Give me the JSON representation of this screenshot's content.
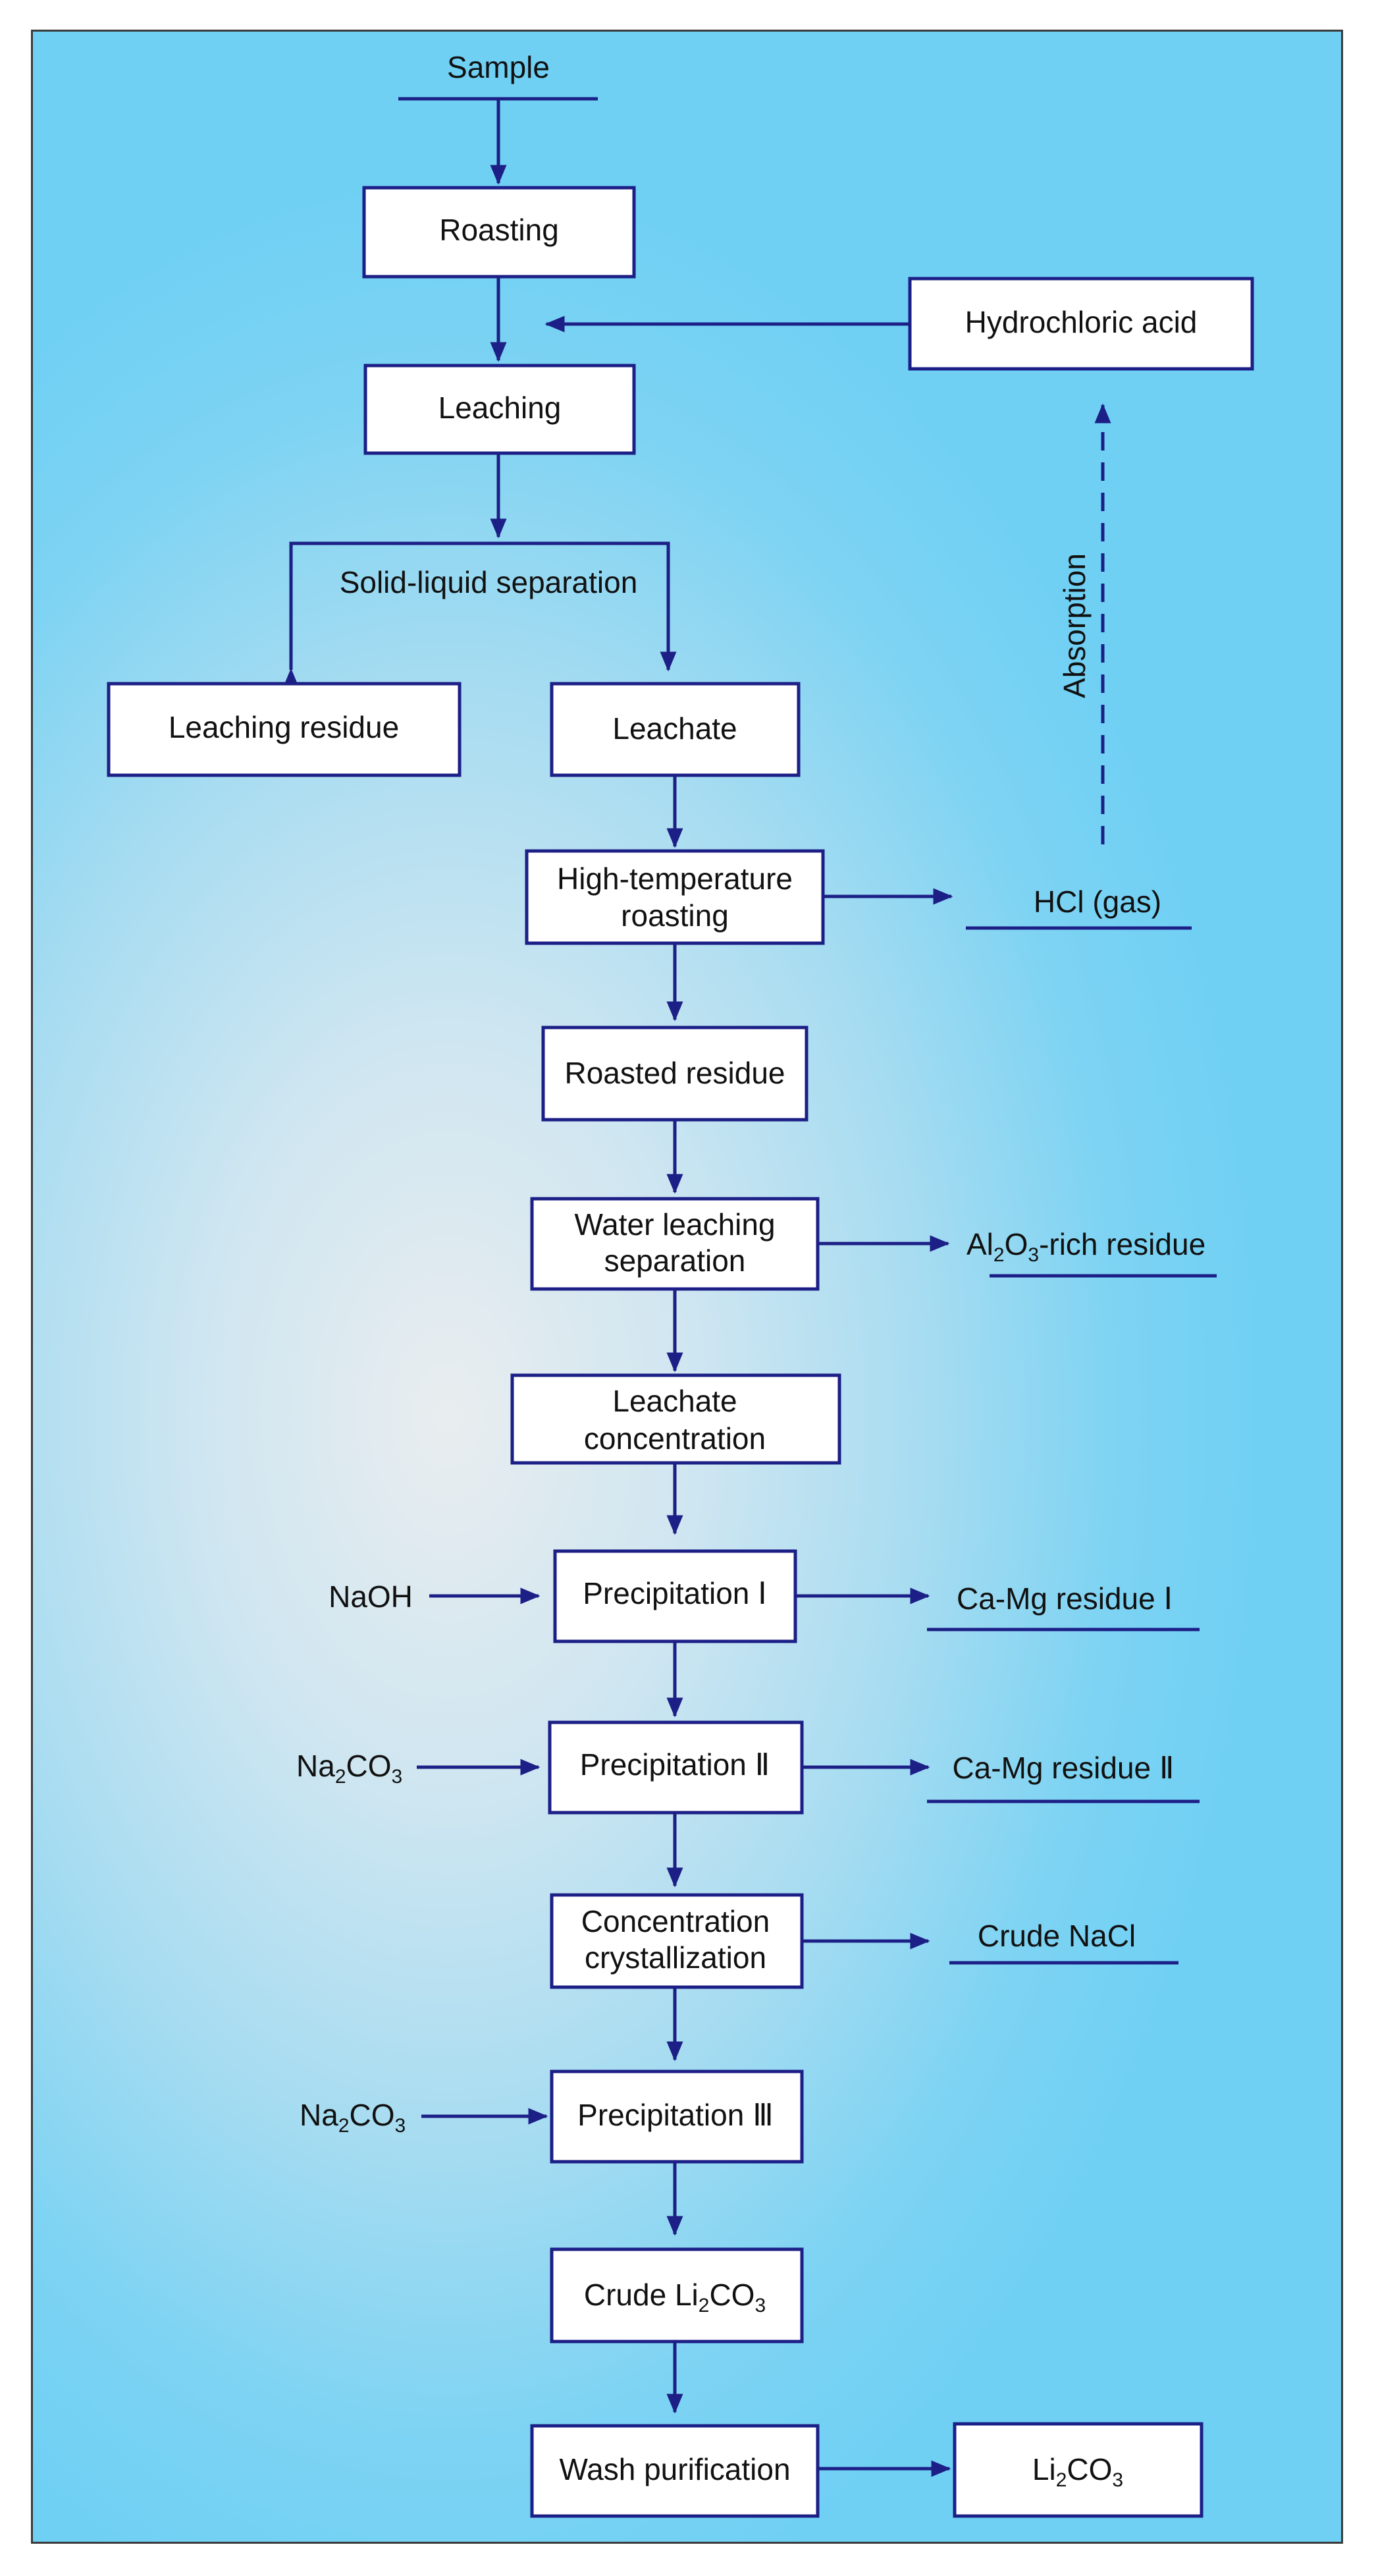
{
  "diagram": {
    "sample": "Sample",
    "roasting": "Roasting",
    "hydrochloric_acid": "Hydrochloric acid",
    "leaching": "Leaching",
    "solid_liquid_separation": "Solid-liquid separation",
    "absorption": "Absorption",
    "leaching_residue": "Leaching residue",
    "leachate": "Leachate",
    "high_temp_roasting_1": "High-temperature",
    "high_temp_roasting_2": "roasting",
    "hcl_gas": "HCl (gas)",
    "roasted_residue": "Roasted residue",
    "water_leaching_1": "Water leaching",
    "water_leaching_2": "separation",
    "al2o3_a": "Al",
    "al2o3_sub2": "2",
    "al2o3_b": "O",
    "al2o3_sub3": "3",
    "al2o3_c": "-rich residue",
    "leachate_conc_1": "Leachate",
    "leachate_conc_2": "concentration",
    "naoh": "NaOH",
    "precip_1": "Precipitation Ⅰ",
    "camg_1": "Ca-Mg residue Ⅰ",
    "na2co3_a": "Na",
    "na2co3_sub2": "2",
    "na2co3_b": "CO",
    "na2co3_sub3": "3",
    "precip_2": "Precipitation Ⅱ",
    "camg_2": "Ca-Mg residue Ⅱ",
    "conc_cryst_1": "Concentration",
    "conc_cryst_2": "crystallization",
    "crude_nacl": "Crude NaCl",
    "precip_3": "Precipitation Ⅲ",
    "crude_li2co3_a": "Crude Li",
    "li_sub2": "2",
    "li2co3_b": "CO",
    "li_sub3": "3",
    "li2co3_a": "Li",
    "wash_purification": "Wash purification"
  },
  "colors": {
    "stroke": "#1c1f86",
    "text": "#111111",
    "box_fill": "#ffffff"
  }
}
